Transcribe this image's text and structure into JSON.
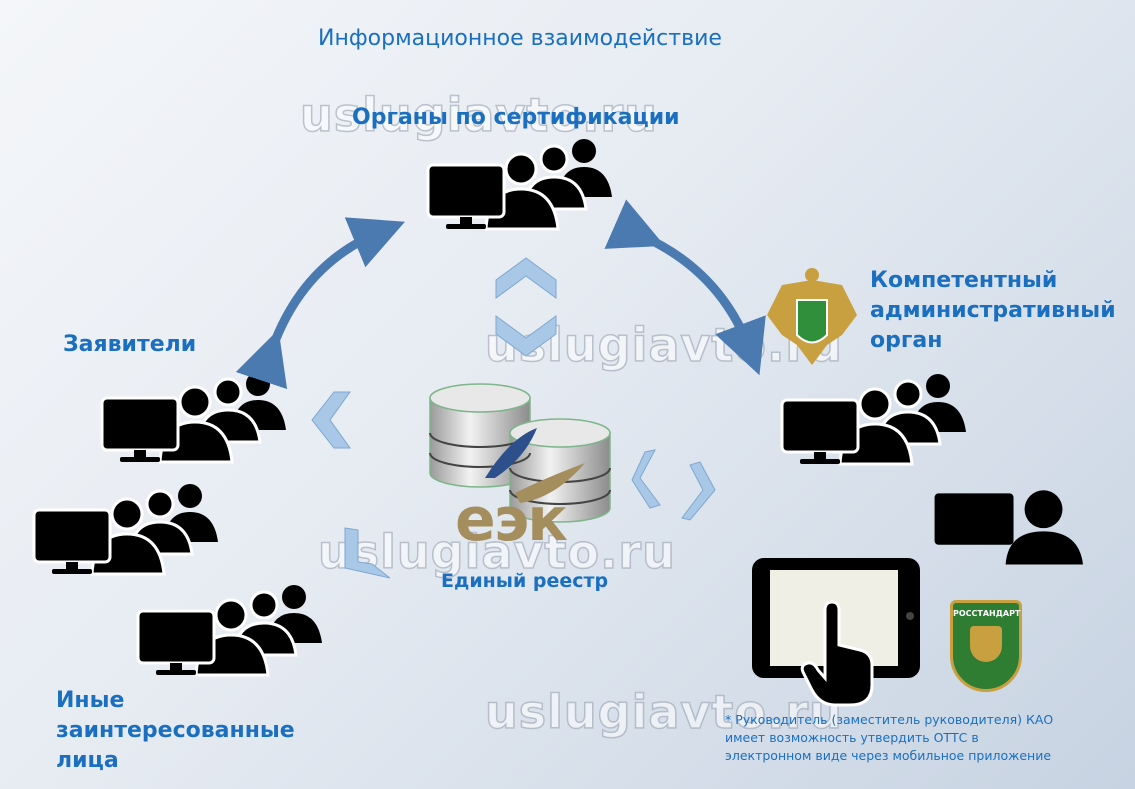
{
  "title": "Информационное взаимодействие",
  "nodes": {
    "certification": "Органы по сертификации",
    "applicants": "Заявители",
    "authority": "Компетентный административный орган",
    "others": "Иные заинтересованные лица",
    "registry": "Единый реестр"
  },
  "logo_text": "ЕЭК",
  "emblem_text": "РОССТАНДАРТ",
  "footnote": "* Руководитель (заместитель руководителя) КАО имеет возможность утвердить ОТТС в электронном виде через мобильное приложение",
  "watermark": "uslugiavto.ru",
  "colors": {
    "accent": "#1a6fc0",
    "arrow": "#4a7ab0",
    "chevron": "#a9c8e8"
  }
}
